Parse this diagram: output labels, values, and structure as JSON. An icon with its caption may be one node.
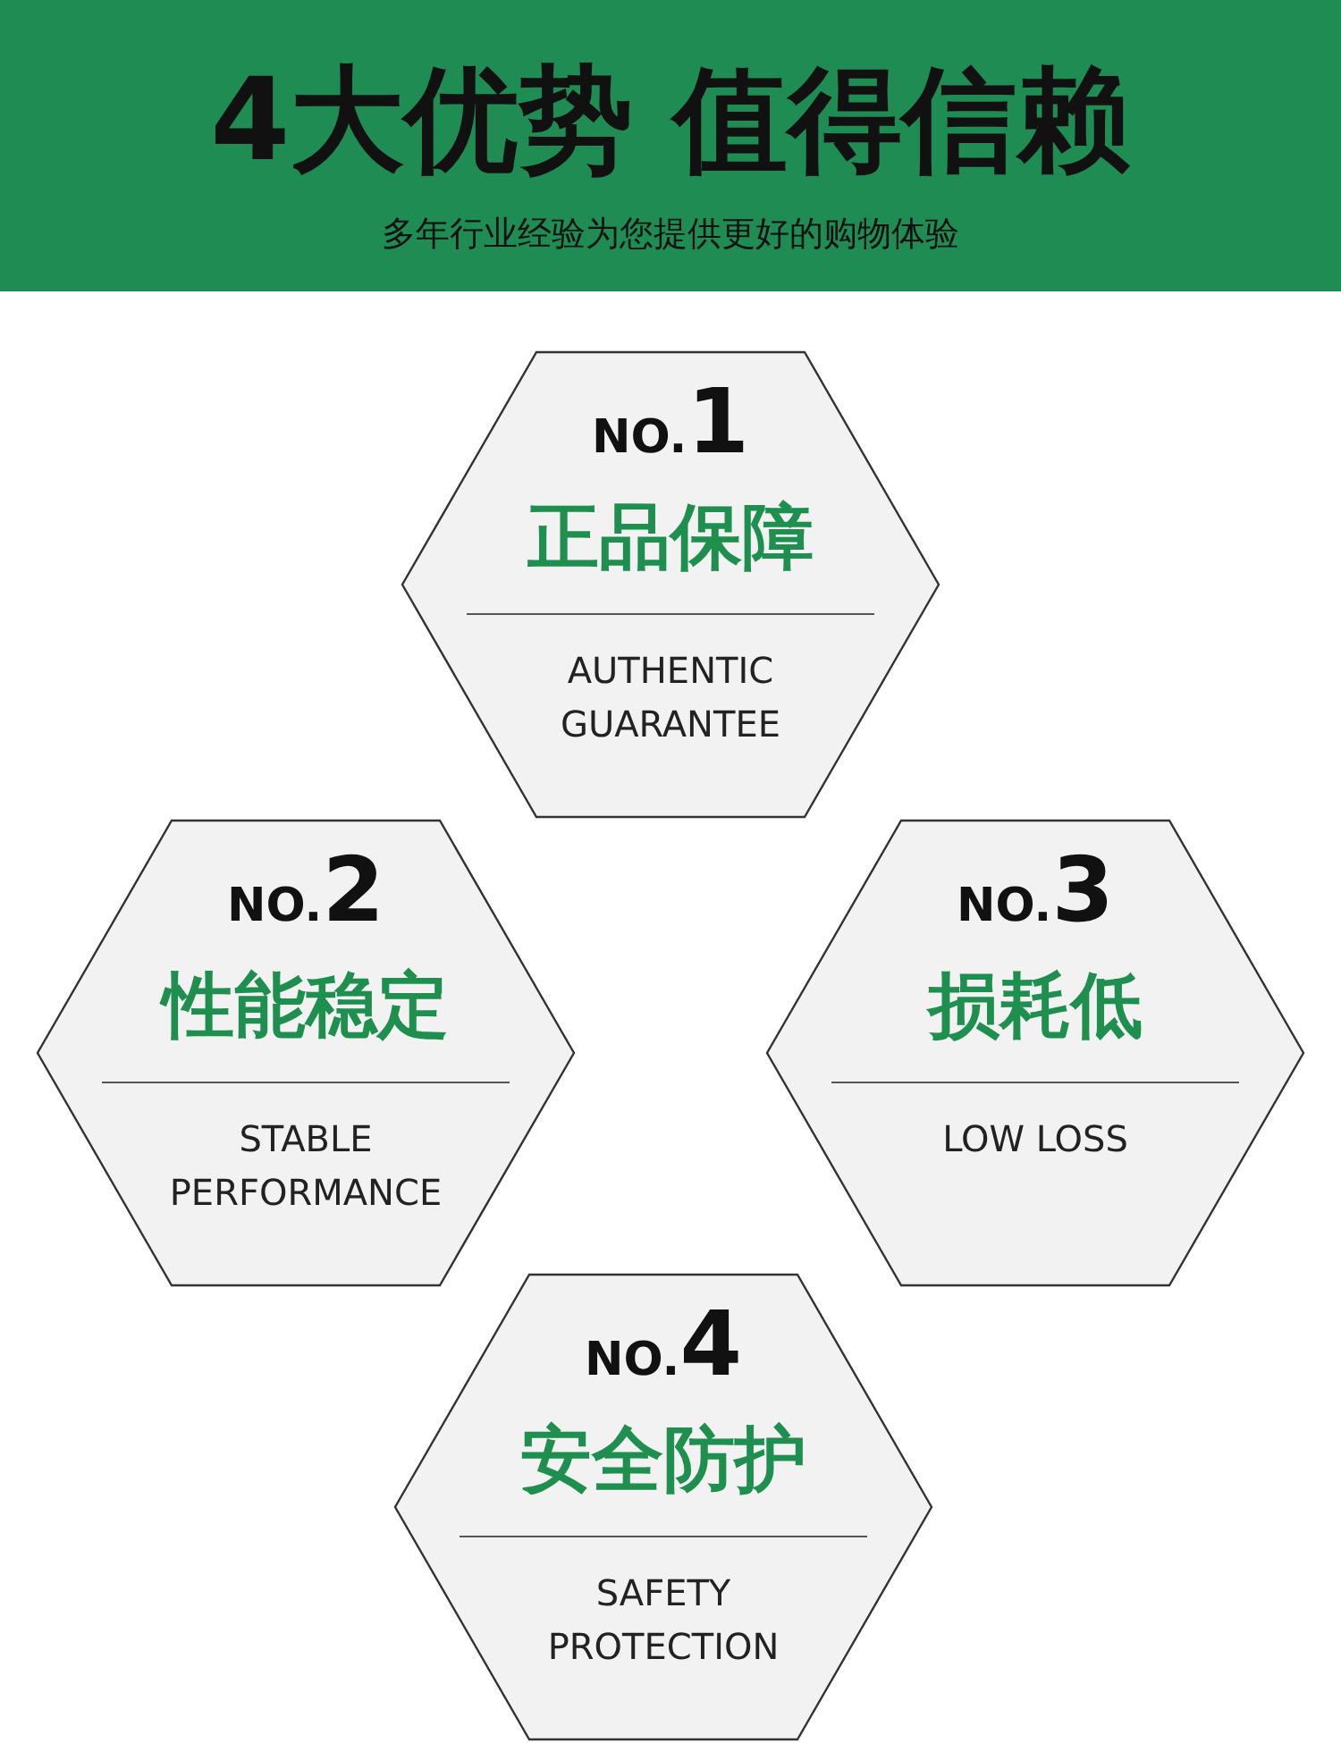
{
  "diagram": {
    "title": "4大优势 值得信赖",
    "caption": "多年行业经验为您提供更好的购物体验",
    "nodes": [
      {
        "text": [
          "NO.**1**",
          "正品保障",
          "AUTHENTIC GUARANTEE"
        ]
      },
      {
        "text": [
          "NO.**2**",
          "性能稳定",
          "STABLE PERFORMANCE"
        ]
      },
      {
        "text": [
          "NO.**3**",
          "损耗低",
          "LOW LOSS"
        ]
      },
      {
        "text": [
          "NO.**4**",
          "安全防护",
          "SAFETY PROTECTION"
        ]
      }
    ]
  }
}
